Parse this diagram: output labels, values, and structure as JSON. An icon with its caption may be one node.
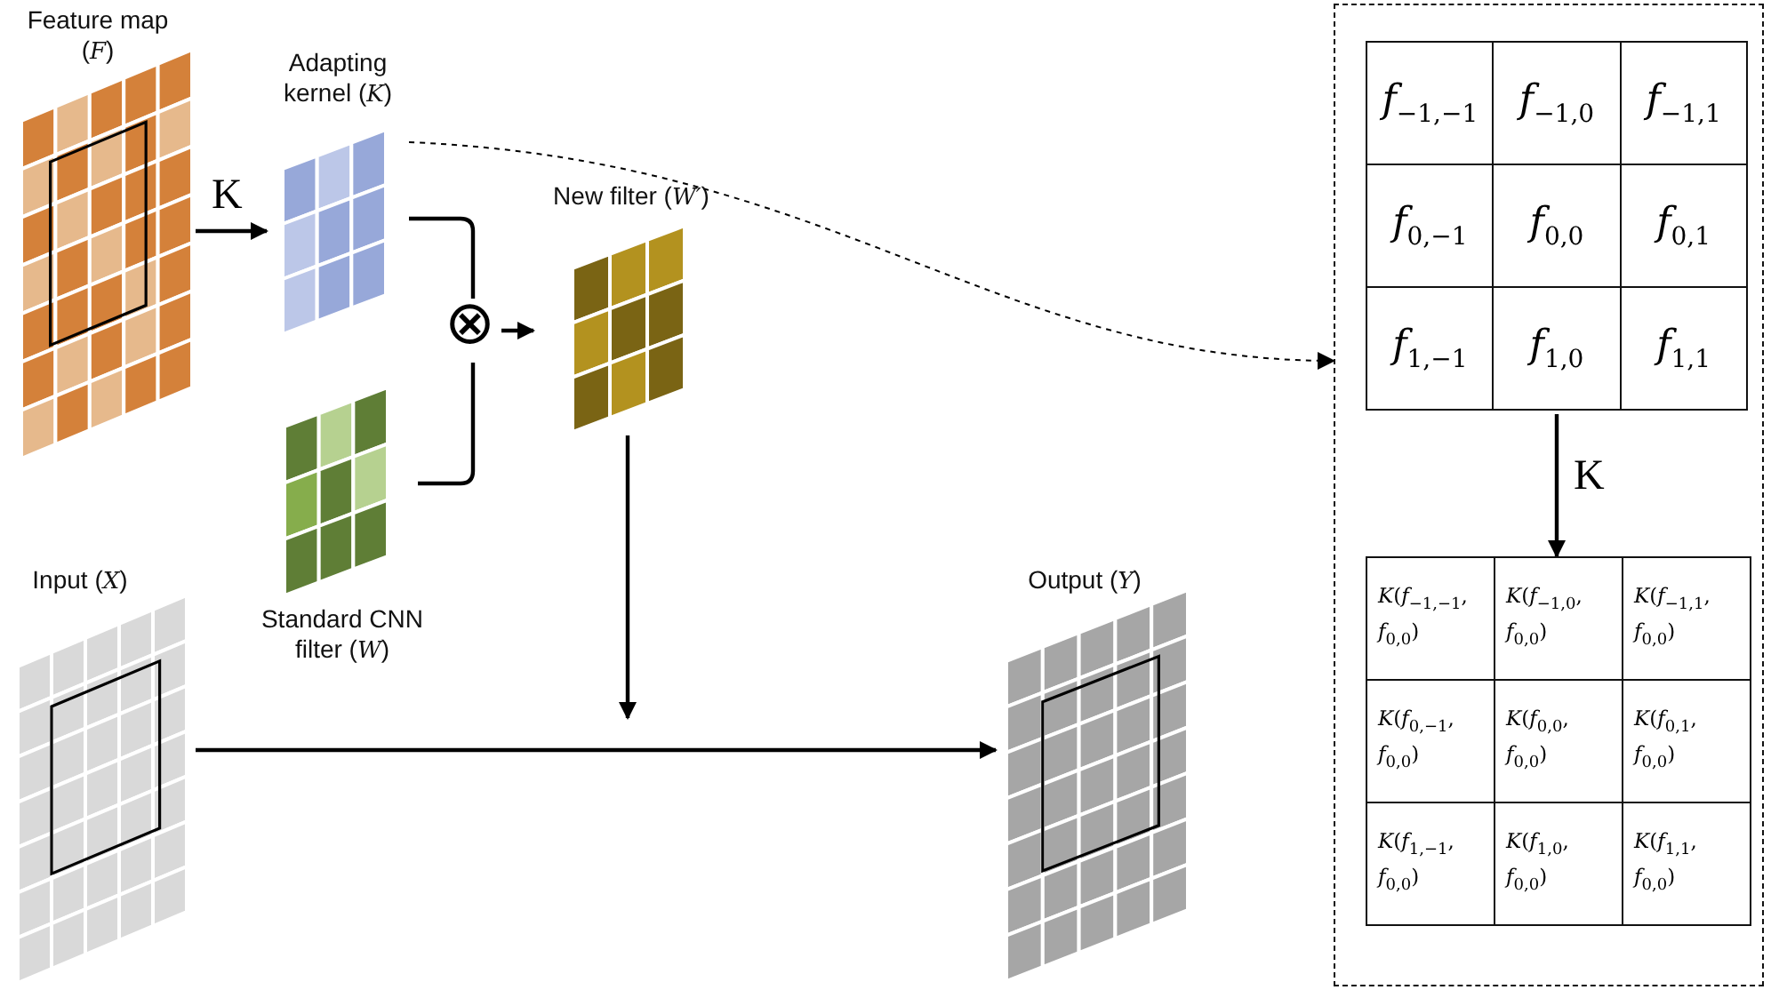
{
  "diagram": {
    "nodes": [
      {
        "text": [
          "Feature map (*F*)"
        ]
      },
      {
        "text": [
          "Adapting kernel (*K*)"
        ]
      },
      {
        "text": [
          "Standard CNN filter (*W*)"
        ]
      },
      {
        "text": [
          "⊗"
        ]
      },
      {
        "text": [
          "New filter (*W′*)"
        ]
      },
      {
        "text": [
          "Input (*X*)"
        ]
      },
      {
        "text": [
          "Output (*Y*)"
        ]
      },
      {
        "text": [],
        "shape": "box"
      },
      {
        "text": [
          "*f*$_{−1,−1}$",
          "*f*$_{−1,0}$",
          "*f*$_{−1,1}$",
          "*f*$_{0,−1}$",
          "*f*$_{0,0}$",
          "*f*$_{0,1}$",
          "*f*$_{1,−1}$",
          "*f*$_{1,0}$",
          "*f*$_{1,1}$"
        ],
        "in": 7
      },
      {
        "text": [
          "*K*(*f*$_{−1,−1}$, *f*$_{0,0}$)",
          "*K*(*f*$_{−1,0}$, *f*$_{0,0}$)",
          "*K*(*f*$_{−1,1}$, *f*$_{0,0}$)",
          "*K*(*f*$_{0,−1}$, *f*$_{0,0}$)",
          "*K*(*f*$_{0,0}$, *f*$_{0,0}$)",
          "*K*(*f*$_{0,1}$, *f*$_{0,0}$)",
          "*K*(*f*$_{1,−1}$, *f*$_{0,0}$)",
          "*K*(*f*$_{1,0}$, *f*$_{0,0}$)",
          "*K*(*f*$_{1,1}$, *f*$_{0,0}$)"
        ],
        "in": 7
      }
    ],
    "edges": [
      {
        "from": 0,
        "to": 1,
        "arrow": "to",
        "label": "K"
      },
      {
        "from": 1,
        "to": 3,
        "arrow": "none"
      },
      {
        "from": 2,
        "to": 3,
        "arrow": "none"
      },
      {
        "from": 3,
        "to": 4,
        "arrow": "to"
      },
      {
        "from": 1,
        "to": 7,
        "arrow": "to",
        "style": "dashed"
      },
      {
        "from": 4,
        "to": null,
        "arrow": "to"
      },
      {
        "from": 5,
        "to": 6,
        "arrow": "to"
      },
      {
        "from": 8,
        "to": 9,
        "arrow": "to",
        "label": "K"
      }
    ]
  }
}
